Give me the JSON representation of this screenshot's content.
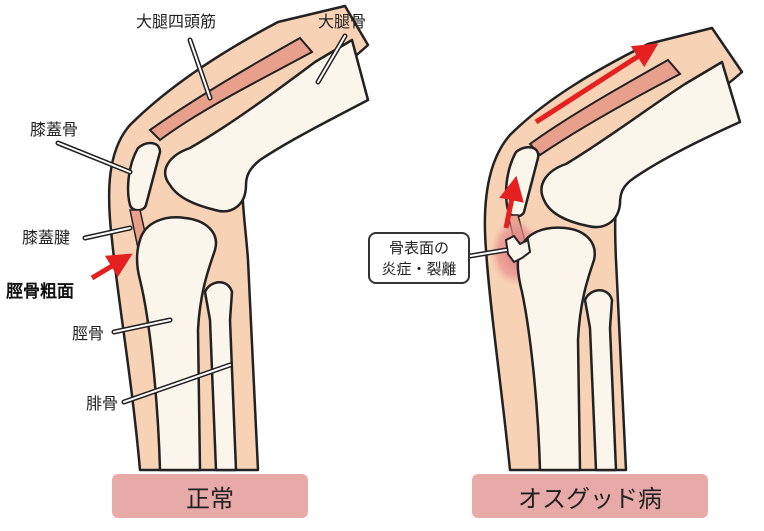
{
  "labels": {
    "quadriceps": "大腿四頭筋",
    "femur": "大腿骨",
    "patella": "膝蓋骨",
    "patellar_tendon": "膝蓋腱",
    "tibial_tuberosity": "脛骨粗面",
    "tibia": "脛骨",
    "fibula": "腓骨"
  },
  "callout": {
    "line1": "骨表面の",
    "line2": "炎症・裂離"
  },
  "captions": {
    "normal": "正常",
    "osgood": "オスグッド病"
  },
  "colors": {
    "skin": "#f8d2b4",
    "bone": "#fbf6ec",
    "muscle": "#e8a08c",
    "outline": "#222222",
    "arrow": "#e52020",
    "caption_bg": "#e8a9a9"
  }
}
